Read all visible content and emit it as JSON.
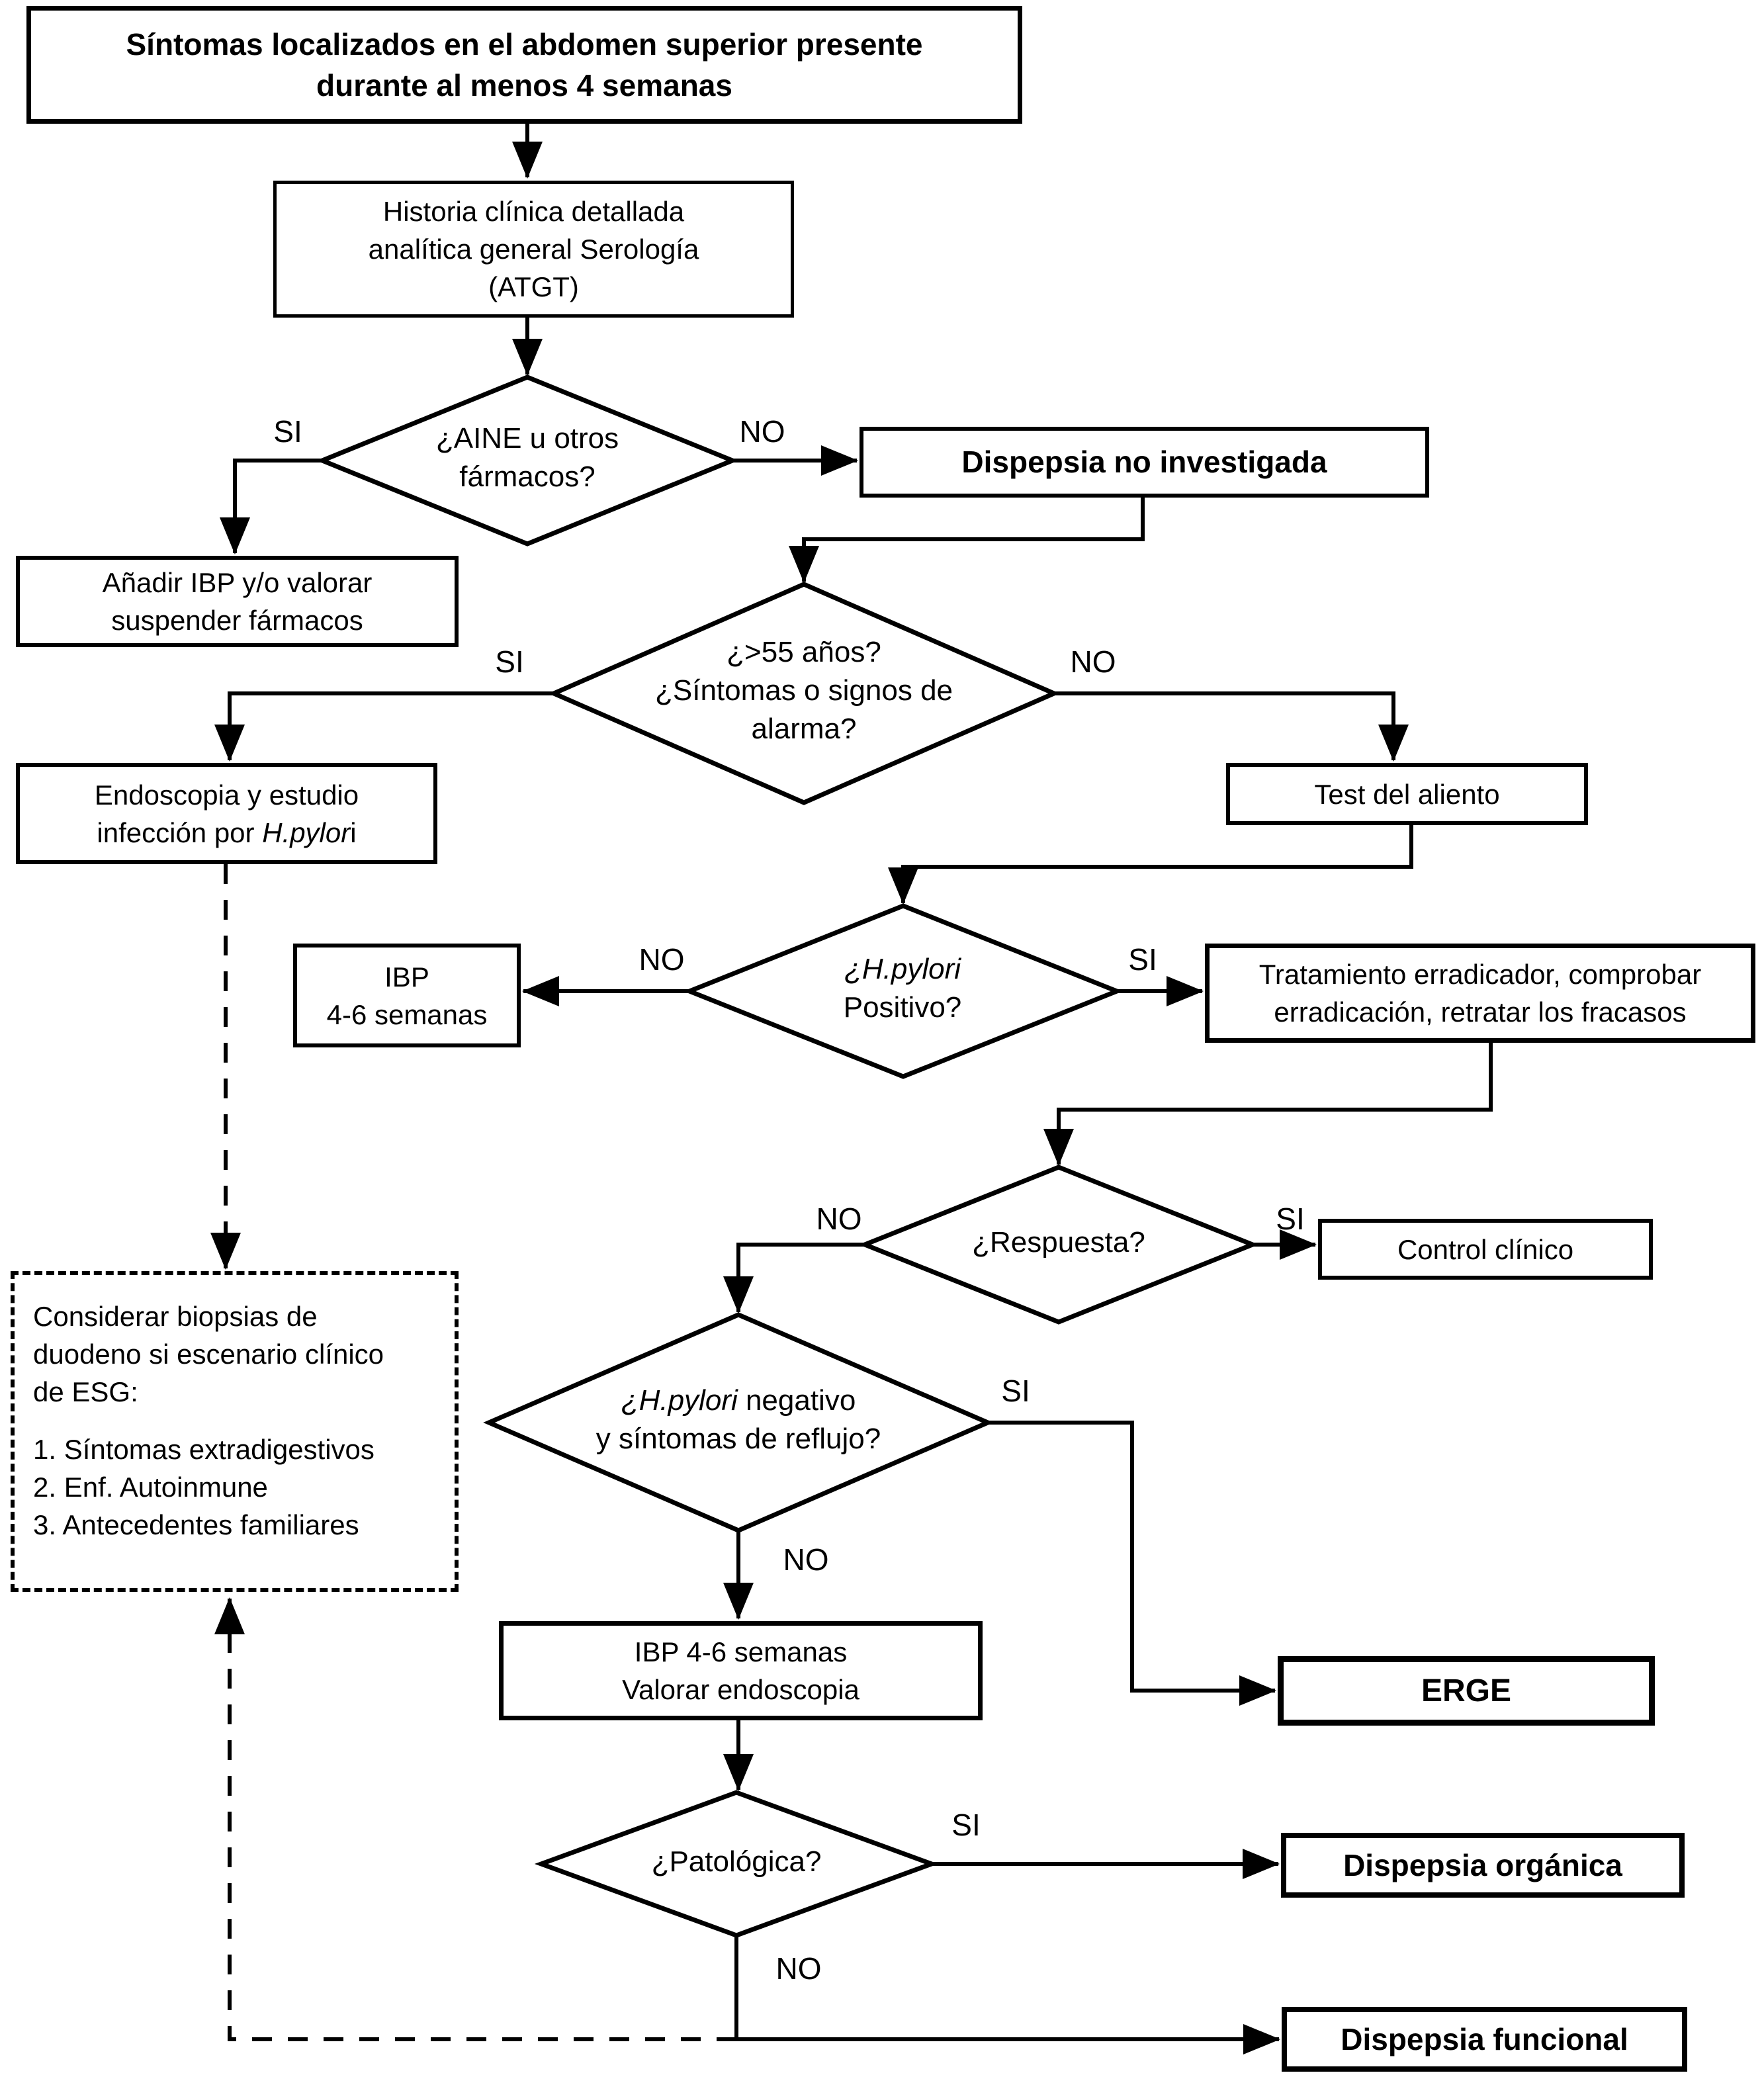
{
  "colors": {
    "background": "#ffffff",
    "line": "#000000",
    "text": "#000000"
  },
  "nodes": {
    "sintomas": {
      "lines": [
        "Síntomas localizados en el abdomen superior presente",
        "durante al menos 4 semanas"
      ]
    },
    "historia": {
      "lines": [
        "Historia clínica detallada",
        "analítica general Serología",
        "(ATGT)"
      ]
    },
    "aine": {
      "lines": [
        "¿AINE u otros",
        "fármacos?"
      ]
    },
    "dispepsia_no_investigada": {
      "label": "Dispepsia no investigada"
    },
    "anadir_ibp": {
      "lines": [
        "Añadir IBP y/o valorar",
        "suspender fármacos"
      ]
    },
    "edad_alarma": {
      "lines": [
        "¿>55 años?",
        "¿Síntomas o signos de",
        "alarma?"
      ]
    },
    "endoscopia": {
      "line1": "Endoscopia y estudio",
      "line2_pre": "infección por ",
      "line2_italic": "H.pylor",
      "line2_post": "i"
    },
    "test_aliento": {
      "label": "Test del aliento"
    },
    "hpylori_positivo": {
      "line1_italic": "¿H.pylori",
      "line2": "Positivo?"
    },
    "ibp_46": {
      "lines": [
        "IBP",
        "4-6 semanas"
      ]
    },
    "tratamiento": {
      "lines": [
        "Tratamiento erradicador, comprobar",
        "erradicación, retratar los fracasos"
      ]
    },
    "respuesta": {
      "label": "¿Respuesta?"
    },
    "control_clinico": {
      "label": "Control clínico"
    },
    "biopsias_nota": {
      "intro_lines": [
        "Considerar biopsias de",
        "duodeno si escenario clínico",
        "de ESG:"
      ],
      "items": [
        "1. Síntomas extradigestivos",
        "2. Enf. Autoinmune",
        "3. Antecedentes familiares"
      ]
    },
    "hpylori_negativo": {
      "line1_italic": "¿H.pylori",
      "line1_post": " negativo",
      "line2": "y síntomas de reflujo?"
    },
    "ibp_46_valorar": {
      "lines": [
        "IBP 4-6 semanas",
        "Valorar endoscopia"
      ]
    },
    "erge": {
      "label": "ERGE"
    },
    "patologica": {
      "label": "¿Patológica?"
    },
    "dispepsia_organica": {
      "label": "Dispepsia orgánica"
    },
    "dispepsia_funcional": {
      "label": "Dispepsia funcional"
    }
  },
  "edge_labels": {
    "aine_si": "SI",
    "aine_no": "NO",
    "edad_si": "SI",
    "edad_no": "NO",
    "hpylori_no": "NO",
    "hpylori_si": "SI",
    "respuesta_no": "NO",
    "respuesta_si": "SI",
    "negativo_si": "SI",
    "negativo_no": "NO",
    "patologica_si": "SI",
    "patologica_no": "NO"
  },
  "edges": [
    {
      "from": "sintomas",
      "to": "historia",
      "label": ""
    },
    {
      "from": "historia",
      "to": "aine",
      "label": ""
    },
    {
      "from": "aine",
      "to": "anadir_ibp",
      "label": "SI"
    },
    {
      "from": "aine",
      "to": "dispepsia_no_investigada",
      "label": "NO"
    },
    {
      "from": "dispepsia_no_investigada",
      "to": "edad_alarma",
      "label": ""
    },
    {
      "from": "edad_alarma",
      "to": "endoscopia",
      "label": "SI"
    },
    {
      "from": "edad_alarma",
      "to": "test_aliento",
      "label": "NO"
    },
    {
      "from": "test_aliento",
      "to": "hpylori_positivo",
      "label": ""
    },
    {
      "from": "hpylori_positivo",
      "to": "ibp_46",
      "label": "NO"
    },
    {
      "from": "hpylori_positivo",
      "to": "tratamiento",
      "label": "SI"
    },
    {
      "from": "tratamiento",
      "to": "respuesta",
      "label": ""
    },
    {
      "from": "respuesta",
      "to": "control_clinico",
      "label": "SI"
    },
    {
      "from": "respuesta",
      "to": "hpylori_negativo",
      "label": "NO"
    },
    {
      "from": "hpylori_negativo",
      "to": "erge",
      "label": "SI"
    },
    {
      "from": "hpylori_negativo",
      "to": "ibp_46_valorar",
      "label": "NO"
    },
    {
      "from": "ibp_46_valorar",
      "to": "patologica",
      "label": ""
    },
    {
      "from": "patologica",
      "to": "dispepsia_organica",
      "label": "SI"
    },
    {
      "from": "patologica",
      "to": "dispepsia_funcional",
      "label": "NO"
    },
    {
      "from": "endoscopia",
      "to": "biopsias_nota",
      "label": "",
      "style": "dashed"
    },
    {
      "from": "dispepsia_funcional_path",
      "to": "biopsias_nota",
      "label": "",
      "style": "dashed"
    }
  ]
}
